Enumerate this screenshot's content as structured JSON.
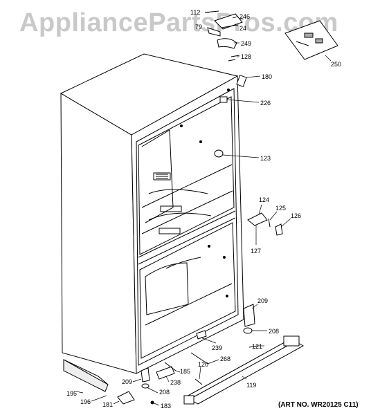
{
  "watermark": "AppliancePartsPros.com",
  "art_number": "(ART NO. WR20125 C11)",
  "callouts": [
    "112",
    "246",
    "79",
    "24",
    "249",
    "128",
    "250",
    "180",
    "226",
    "123",
    "124",
    "125",
    "126",
    "127",
    "209",
    "208",
    "121",
    "239",
    "268",
    "185",
    "120",
    "238",
    "209",
    "208",
    "195",
    "196",
    "181",
    "183",
    "119"
  ]
}
